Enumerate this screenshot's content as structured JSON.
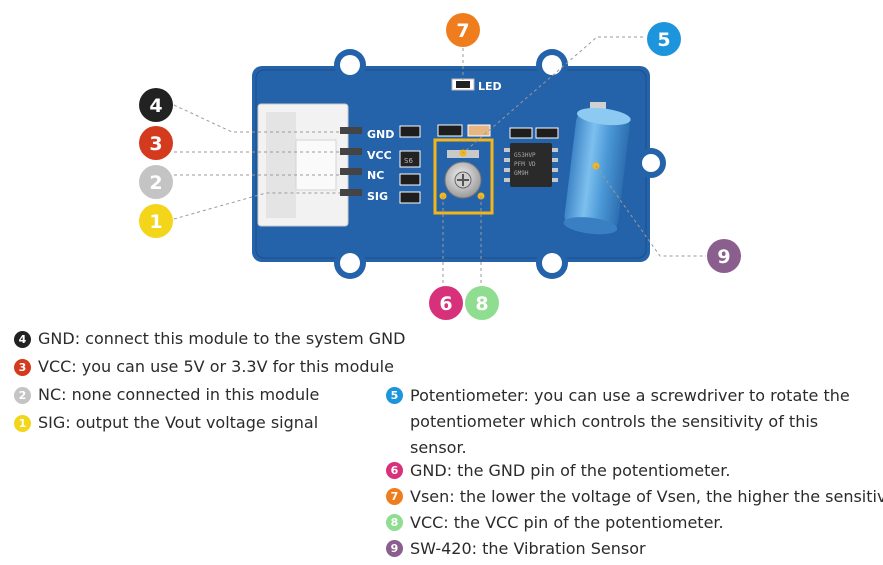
{
  "board": {
    "pins": [
      "GND",
      "VCC",
      "NC",
      "SIG"
    ],
    "led_label": "LED",
    "ic_text": [
      "G53HVP",
      "PFM VD",
      "GM9H"
    ],
    "small_part_text": "S6",
    "colors": {
      "pcb": "#2462a9",
      "pcb_dark": "#1c4f8c",
      "highlight": "#f2b51b"
    }
  },
  "markers": [
    {
      "num": "4",
      "color": "#222222"
    },
    {
      "num": "3",
      "color": "#d33a1e"
    },
    {
      "num": "2",
      "color": "#c4c4c4"
    },
    {
      "num": "1",
      "color": "#f3d51a"
    },
    {
      "num": "7",
      "color": "#ef7d1e"
    },
    {
      "num": "5",
      "color": "#1d95dd"
    },
    {
      "num": "6",
      "color": "#d6317a"
    },
    {
      "num": "8",
      "color": "#8fdd90"
    },
    {
      "num": "9",
      "color": "#8a5f8e"
    }
  ],
  "legend_left": [
    {
      "num": "4",
      "color": "#222222",
      "text": "GND: connect this module to the system GND"
    },
    {
      "num": "3",
      "color": "#d33a1e",
      "text": "VCC: you can use 5V or 3.3V for this module"
    },
    {
      "num": "2",
      "color": "#c4c4c4",
      "text": "NC: none connected in this module"
    },
    {
      "num": "1",
      "color": "#f3d51a",
      "text": "SIG: output the Vout voltage signal"
    }
  ],
  "legend_right": [
    {
      "num": "5",
      "color": "#1d95dd",
      "text": "Potentiometer: you can use a screwdriver to rotate the potentiometer which controls the sensitivity of this sensor."
    },
    {
      "num": "6",
      "color": "#d6317a",
      "text": "GND: the GND pin of the potentiometer."
    },
    {
      "num": "7",
      "color": "#ef7d1e",
      "text": "Vsen: the lower the voltage of Vsen, the higher the sensitivity"
    },
    {
      "num": "8",
      "color": "#8fdd90",
      "text": "VCC: the VCC pin of the potentiometer."
    },
    {
      "num": "9",
      "color": "#8a5f8e",
      "text": "SW-420: the Vibration Sensor"
    }
  ]
}
